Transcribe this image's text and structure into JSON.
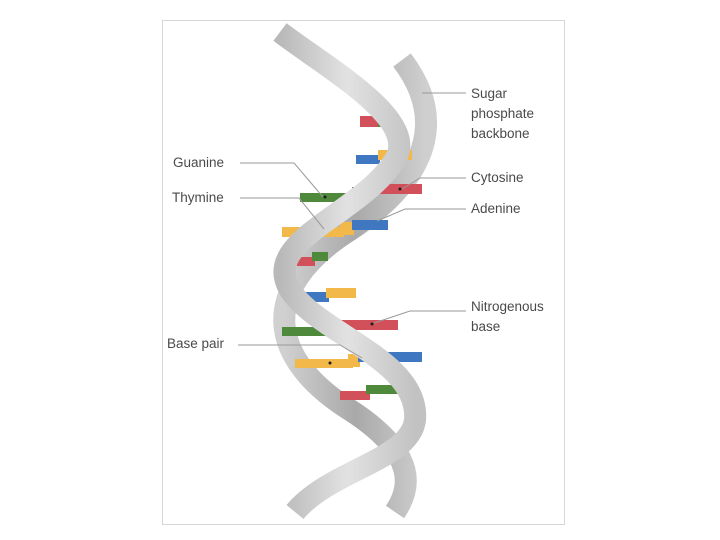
{
  "labels": {
    "sugar_phosphate_backbone": [
      "Sugar",
      "phosphate",
      "backbone"
    ],
    "guanine": "Guanine",
    "thymine": "Thymine",
    "cytosine": "Cytosine",
    "adenine": "Adenine",
    "nitrogenous_base": [
      "Nitrogenous",
      "base"
    ],
    "base_pair": "Base pair"
  },
  "colors": {
    "guanine": "#4f8a3c",
    "cytosine": "#d2505a",
    "adenine": "#3f78c1",
    "thymine": "#f3b84a",
    "backbone": "#c8c8c8",
    "leader_line": "#9a9a9a",
    "text": "#4a4a4a"
  }
}
